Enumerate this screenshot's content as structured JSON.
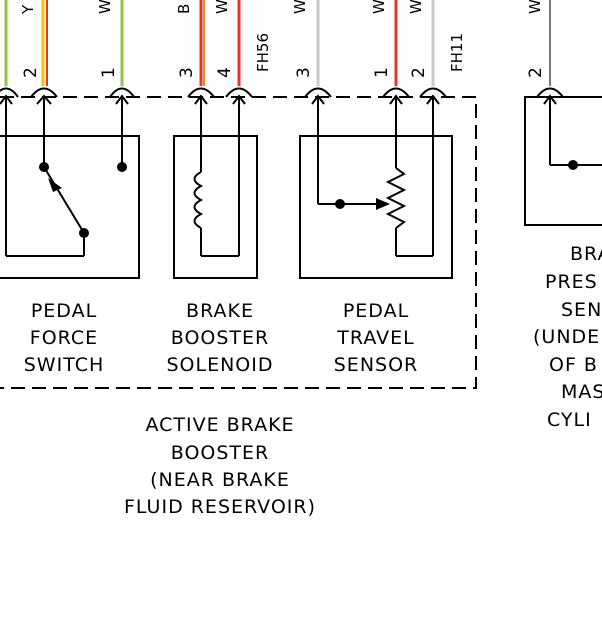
{
  "wires": {
    "w1": "Y",
    "w2": "W",
    "w3": "B",
    "w4": "W",
    "w5": "FH56",
    "w6": "W",
    "w7": "W",
    "w8": "W",
    "w9": "FH11",
    "w10": "W"
  },
  "pins": {
    "p1": "2",
    "p2": "1",
    "p3": "3",
    "p4": "4",
    "p5": "3",
    "p6": "1",
    "p7": "2",
    "p8": "2"
  },
  "components": {
    "pedal_force_switch": [
      "PEDAL",
      "FORCE",
      "SWITCH"
    ],
    "brake_booster_solenoid": [
      "BRAKE",
      "BOOSTER",
      "SOLENOID"
    ],
    "pedal_travel_sensor": [
      "PEDAL",
      "TRAVEL",
      "SENSOR"
    ],
    "brake_pressure_sensor": [
      "BRA",
      "PRES",
      "SEN",
      "(UNDE",
      "OF B",
      "MAS",
      "CYLI"
    ]
  },
  "assembly": [
    "ACTIVE BRAKE",
    "BOOSTER",
    "(NEAR BRAKE",
    "FLUID RESERVOIR)"
  ],
  "colors": {
    "wire_green": "#8dc63f",
    "wire_yellow": "#f5c400",
    "wire_red": "#e8352b",
    "wire_orange": "#f08a1c",
    "wire_gray": "#c8c8c8"
  }
}
